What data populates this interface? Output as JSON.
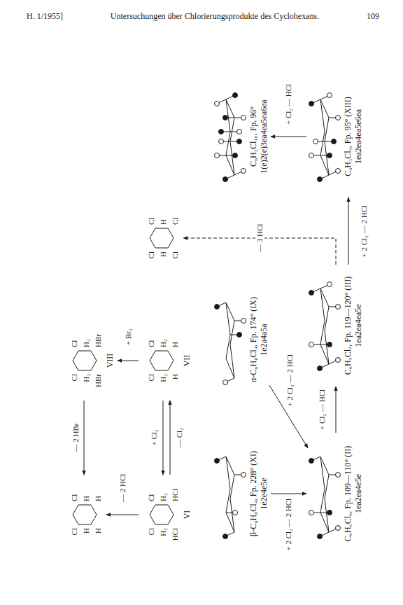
{
  "diagram": {
    "nodes": [
      {
        "text": [
          "Cl",
          "Cl",
          "H",
          "H",
          "H",
          "H"
        ]
      },
      {
        "text": [
          "Cl",
          "Cl",
          "H₂",
          "H₂",
          "HBr",
          "HBr",
          "VIII"
        ]
      },
      {
        "text": [
          "Cl",
          "Cl",
          "H₂",
          "H₂",
          "HCl",
          "HCl",
          "VI"
        ]
      },
      {
        "text": [
          "Cl",
          "Cl",
          "H₂",
          "H₂",
          "H",
          "H",
          "VII"
        ]
      },
      {
        "text": [
          "Cl",
          "Cl",
          "H",
          "H",
          "Cl",
          "Cl"
        ]
      },
      {
        "text": [
          "β-C₆H₈Cl₄, Fp. 228° (XI)",
          "1e2e4e5e"
        ]
      },
      {
        "text": [
          "α-C₆H₈Cl₄, Fp. 174° (IX)",
          "1e2a4a5a"
        ]
      },
      {
        "text": [
          "C₆H₂Cl₁₀, Fp. 96°",
          "1(e)2(e)3ea4ea5ea6ea"
        ]
      },
      {
        "text": [
          "C₆H₆Cl₆, Fp. 109—110° (II)",
          "1ea2ea4e5e"
        ]
      },
      {
        "text": [
          "C₆H₅Cl₇, Fp. 119—120° (III)",
          "1ea2ea4ea5e"
        ]
      },
      {
        "text": [
          "C₆H₃Cl₉, Fp. 95° (XIII)",
          "1ea2ea4ea5e6ea"
        ]
      }
    ],
    "edges": [
      {
        "from": 3,
        "to": 1,
        "label": "+ Br₂",
        "arrow": "to"
      },
      {
        "from": 1,
        "to": 0,
        "label": "— 2 HBr",
        "arrow": "to"
      },
      {
        "from": 3,
        "to": 2,
        "label": "+ Cl₂",
        "arrow": "to"
      },
      {
        "from": 2,
        "to": 3,
        "label": "— Cl₂",
        "arrow": "to"
      },
      {
        "from": 2,
        "to": 0,
        "label": "— 2 HCl",
        "arrow": "to"
      },
      {
        "from": 5,
        "to": 8,
        "label": "+ 2 Cl₂ — 2 HCl",
        "arrow": "to"
      },
      {
        "from": 6,
        "to": 8,
        "label": "+ 2 Cl₂ — 2 HCl",
        "arrow": "to"
      },
      {
        "from": 8,
        "to": 9,
        "label": "+ Cl₂ — HCl",
        "arrow": "to"
      },
      {
        "from": 9,
        "to": 4,
        "label": "— 3 HCl",
        "arrow": "to"
      },
      {
        "from": 9,
        "to": 10,
        "label": "+ 2 Cl₂ — 2 HCl",
        "arrow": "to"
      },
      {
        "from": 10,
        "to": 7,
        "label": "+ Cl₂ — HCl",
        "arrow": "to"
      }
    ],
    "labels": [
      "H. 1/1955]",
      "Untersuchungen über Chlorierungsprodukte des Cyclohexans.",
      "109"
    ]
  }
}
